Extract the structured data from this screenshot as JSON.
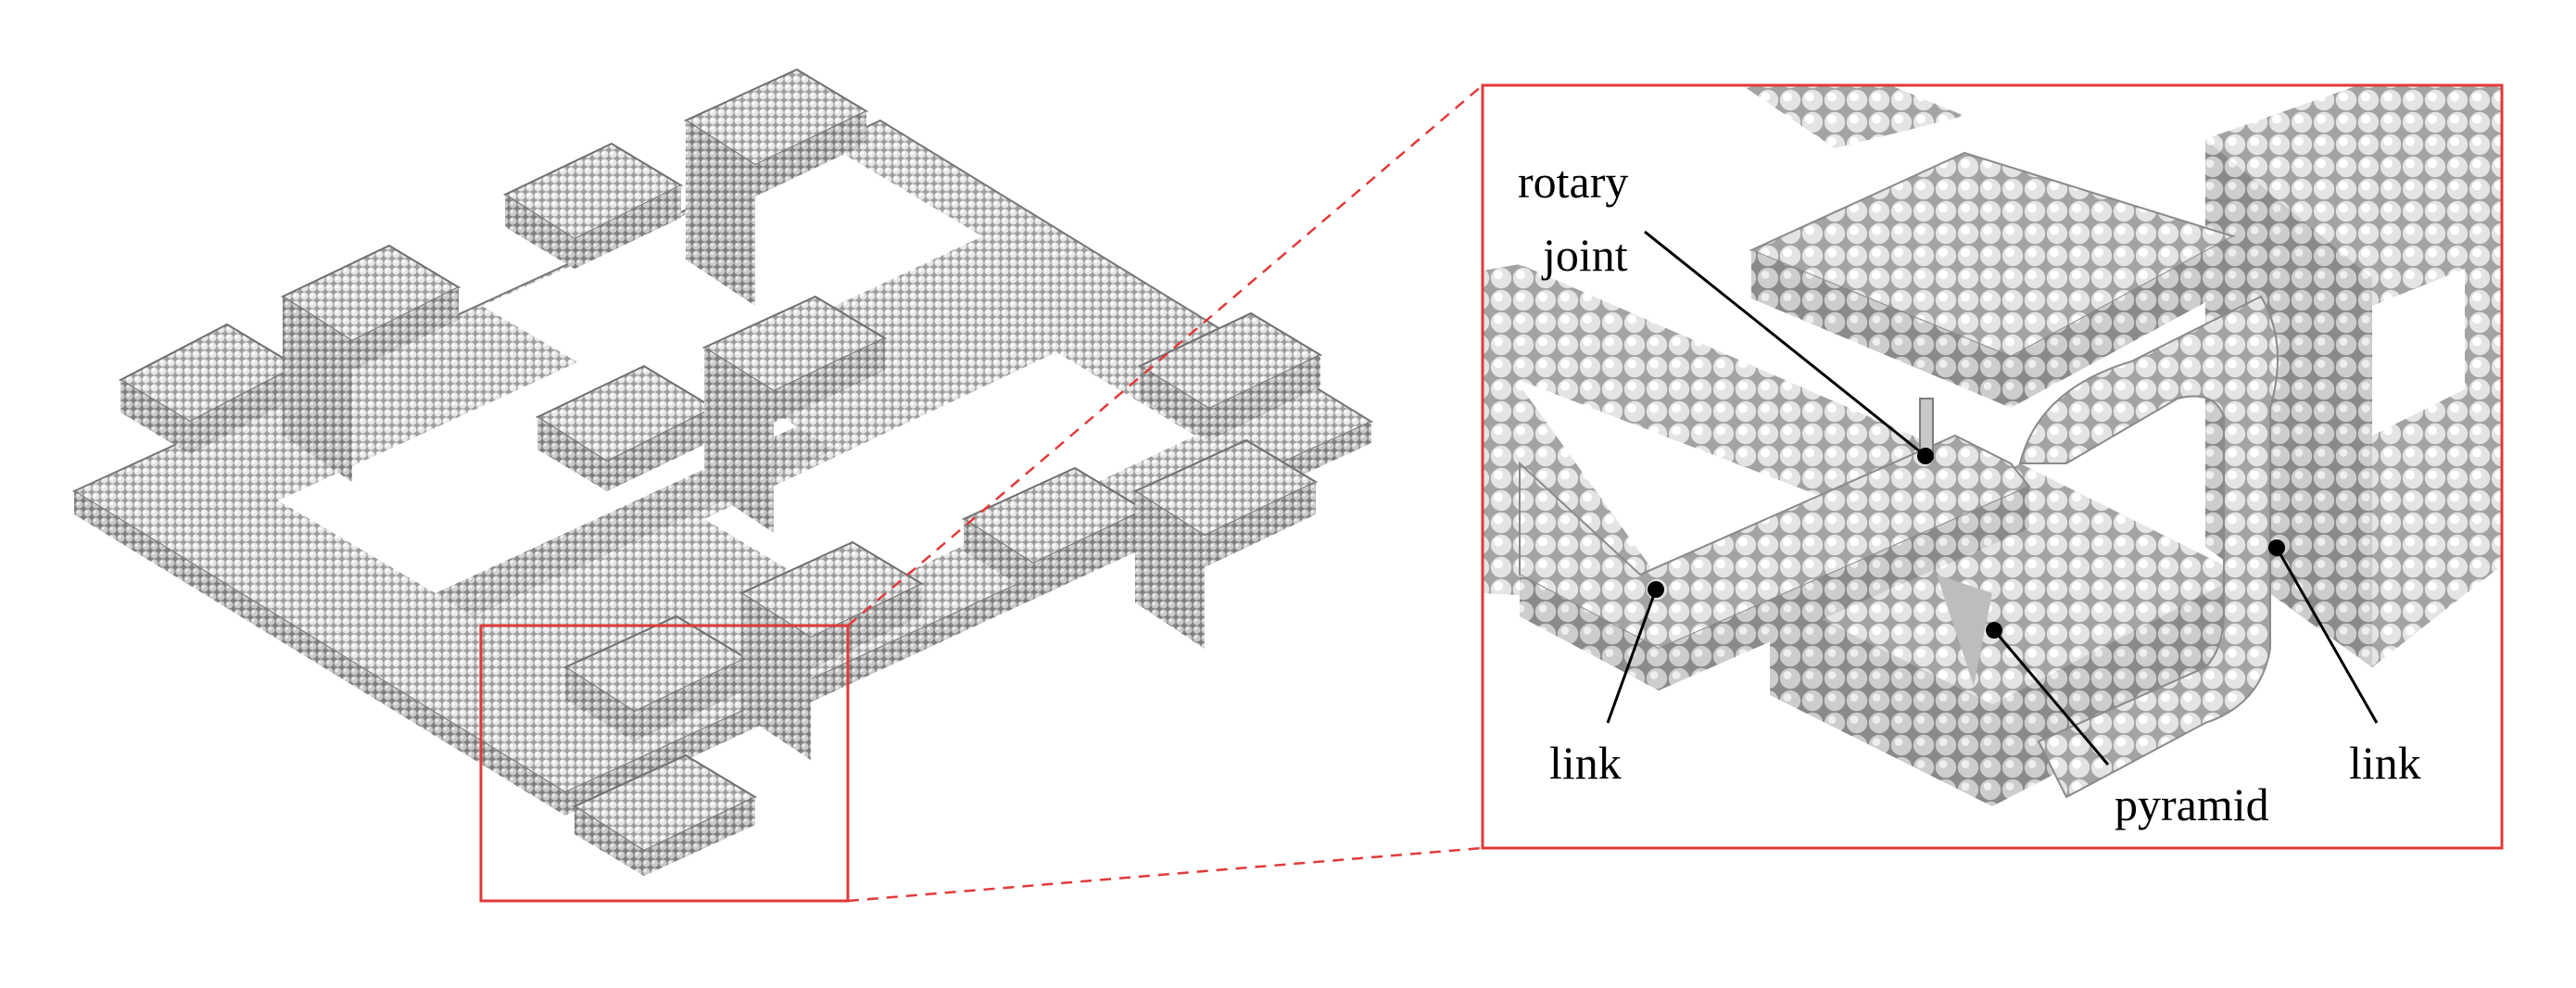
{
  "labels": {
    "rotary_line1": "rotary",
    "rotary_line2": "joint",
    "link_left": "link",
    "link_right": "link",
    "pyramid": "pyramid"
  },
  "colors": {
    "atom_light": "#f4f4f4",
    "atom_mid": "#cfcfcf",
    "atom_dark": "#8a8a8a",
    "highlight": "#e03a3a",
    "leader": "#000000"
  }
}
